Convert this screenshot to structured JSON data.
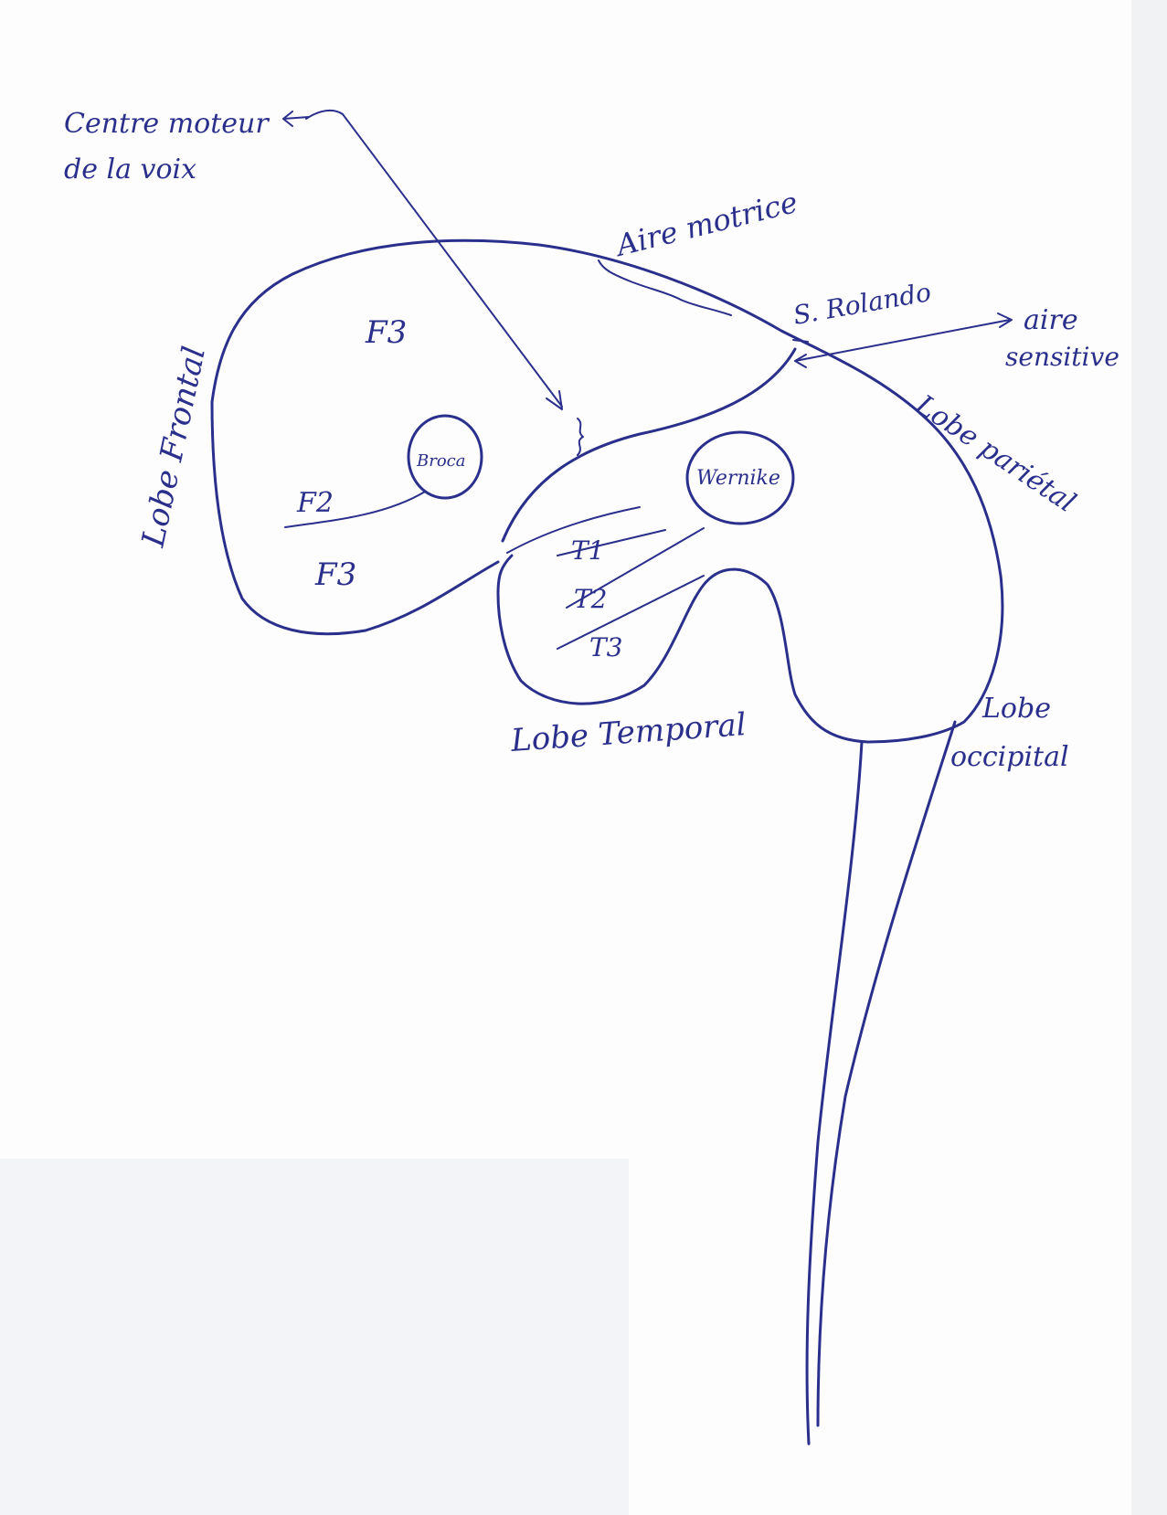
{
  "labels": {
    "centre_moteur_1": "Centre moteur",
    "centre_moteur_2": "de la voix",
    "aire_motrice": "Aire motrice",
    "s_rolando": "S. Rolando",
    "aire_sensitive_1": "aire",
    "aire_sensitive_2": "sensitive",
    "lobe_frontal": "Lobe Frontal",
    "lobe_parietal": "Lobe pariétal",
    "lobe_temporal": "Lobe Temporal",
    "lobe_occipital_1": "Lobe",
    "lobe_occipital_2": "occipital",
    "f3_top": "F3",
    "f2": "F2",
    "f3_bottom": "F3",
    "broca": "Broca",
    "wernike": "Wernike",
    "t1": "T1",
    "t2": "T2",
    "t3": "T3"
  },
  "colors": {
    "paper": "#ffffff",
    "lower_sheet": "#f3f4f8",
    "ink": "#2b2f8c"
  }
}
